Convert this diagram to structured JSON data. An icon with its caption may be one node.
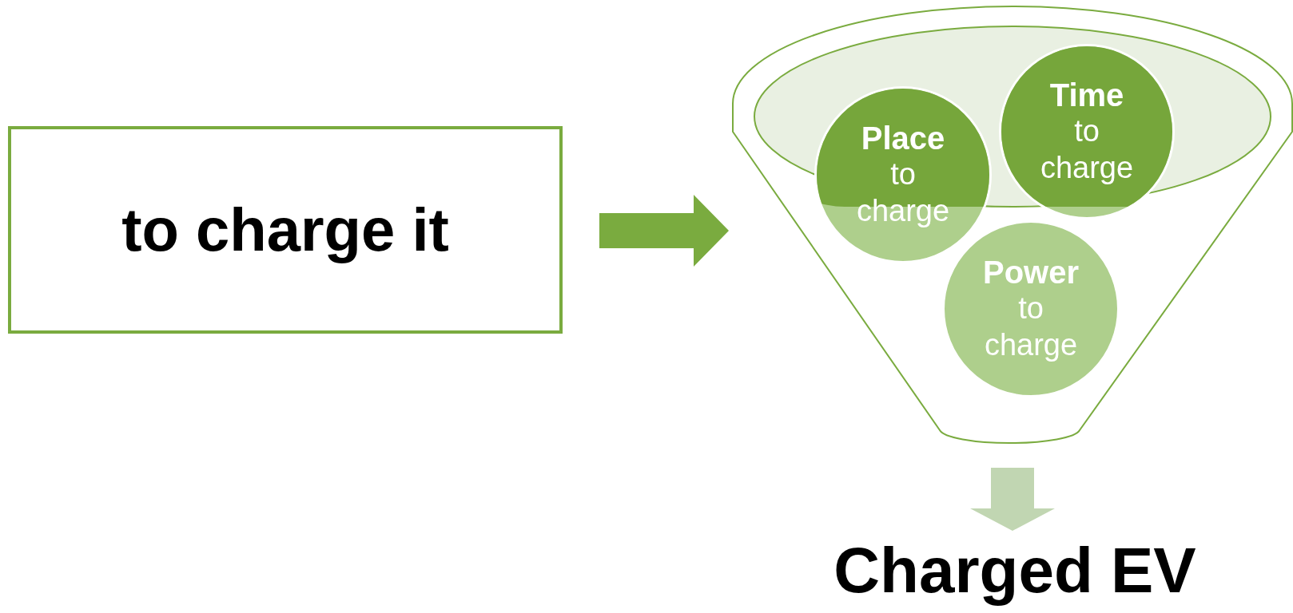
{
  "diagram": {
    "nodes": [
      {
        "text": [
          "to charge it"
        ]
      },
      {
        "text": [],
        "shape": "funnel"
      },
      {
        "text": [
          "Place",
          "to charge"
        ],
        "in": 1
      },
      {
        "text": [
          "Time",
          "to charge"
        ],
        "in": 1
      },
      {
        "text": [
          "Power",
          "to charge"
        ],
        "in": 1
      },
      {
        "text": [
          "Charged EV"
        ]
      }
    ],
    "edges": [
      {
        "from": 0,
        "to": 1,
        "arrow": "to",
        "style": "thick"
      },
      {
        "from": 1,
        "to": 5,
        "arrow": "to",
        "style": "thick",
        "color": "#c1d6b2"
      }
    ]
  }
}
